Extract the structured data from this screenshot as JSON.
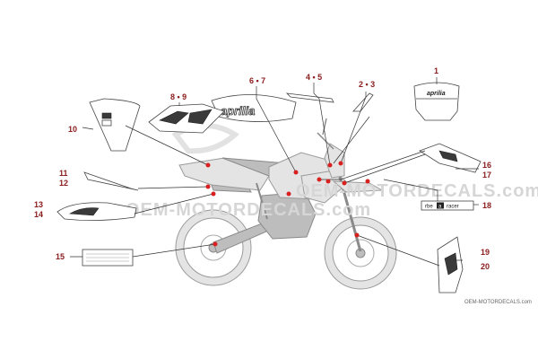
{
  "watermark": {
    "line1": "OEM-MOTORDECALS.com",
    "line2": "OEM-MOTORDECALS.com"
  },
  "credit": "OEM-MOTORDECALS.com",
  "decal_text": {
    "aprilia_small": "aprilia",
    "aprilia_big": "aprilia",
    "plate_brand_1": "rbe",
    "plate_brand_2": "a",
    "plate_brand_3": "racer"
  },
  "callouts": [
    {
      "id": "1",
      "label": "1"
    },
    {
      "id": "2-3",
      "label": "2 • 3"
    },
    {
      "id": "4-5",
      "label": "4 • 5"
    },
    {
      "id": "6-7",
      "label": "6 • 7"
    },
    {
      "id": "8-9",
      "label": "8 • 9"
    },
    {
      "id": "10",
      "label": "10"
    },
    {
      "id": "11",
      "label": "11"
    },
    {
      "id": "12",
      "label": "12"
    },
    {
      "id": "13",
      "label": "13"
    },
    {
      "id": "14",
      "label": "14"
    },
    {
      "id": "15",
      "label": "15"
    },
    {
      "id": "16",
      "label": "16"
    },
    {
      "id": "17",
      "label": "17"
    },
    {
      "id": "18",
      "label": "18"
    },
    {
      "id": "19",
      "label": "19"
    },
    {
      "id": "20",
      "label": "20"
    }
  ]
}
